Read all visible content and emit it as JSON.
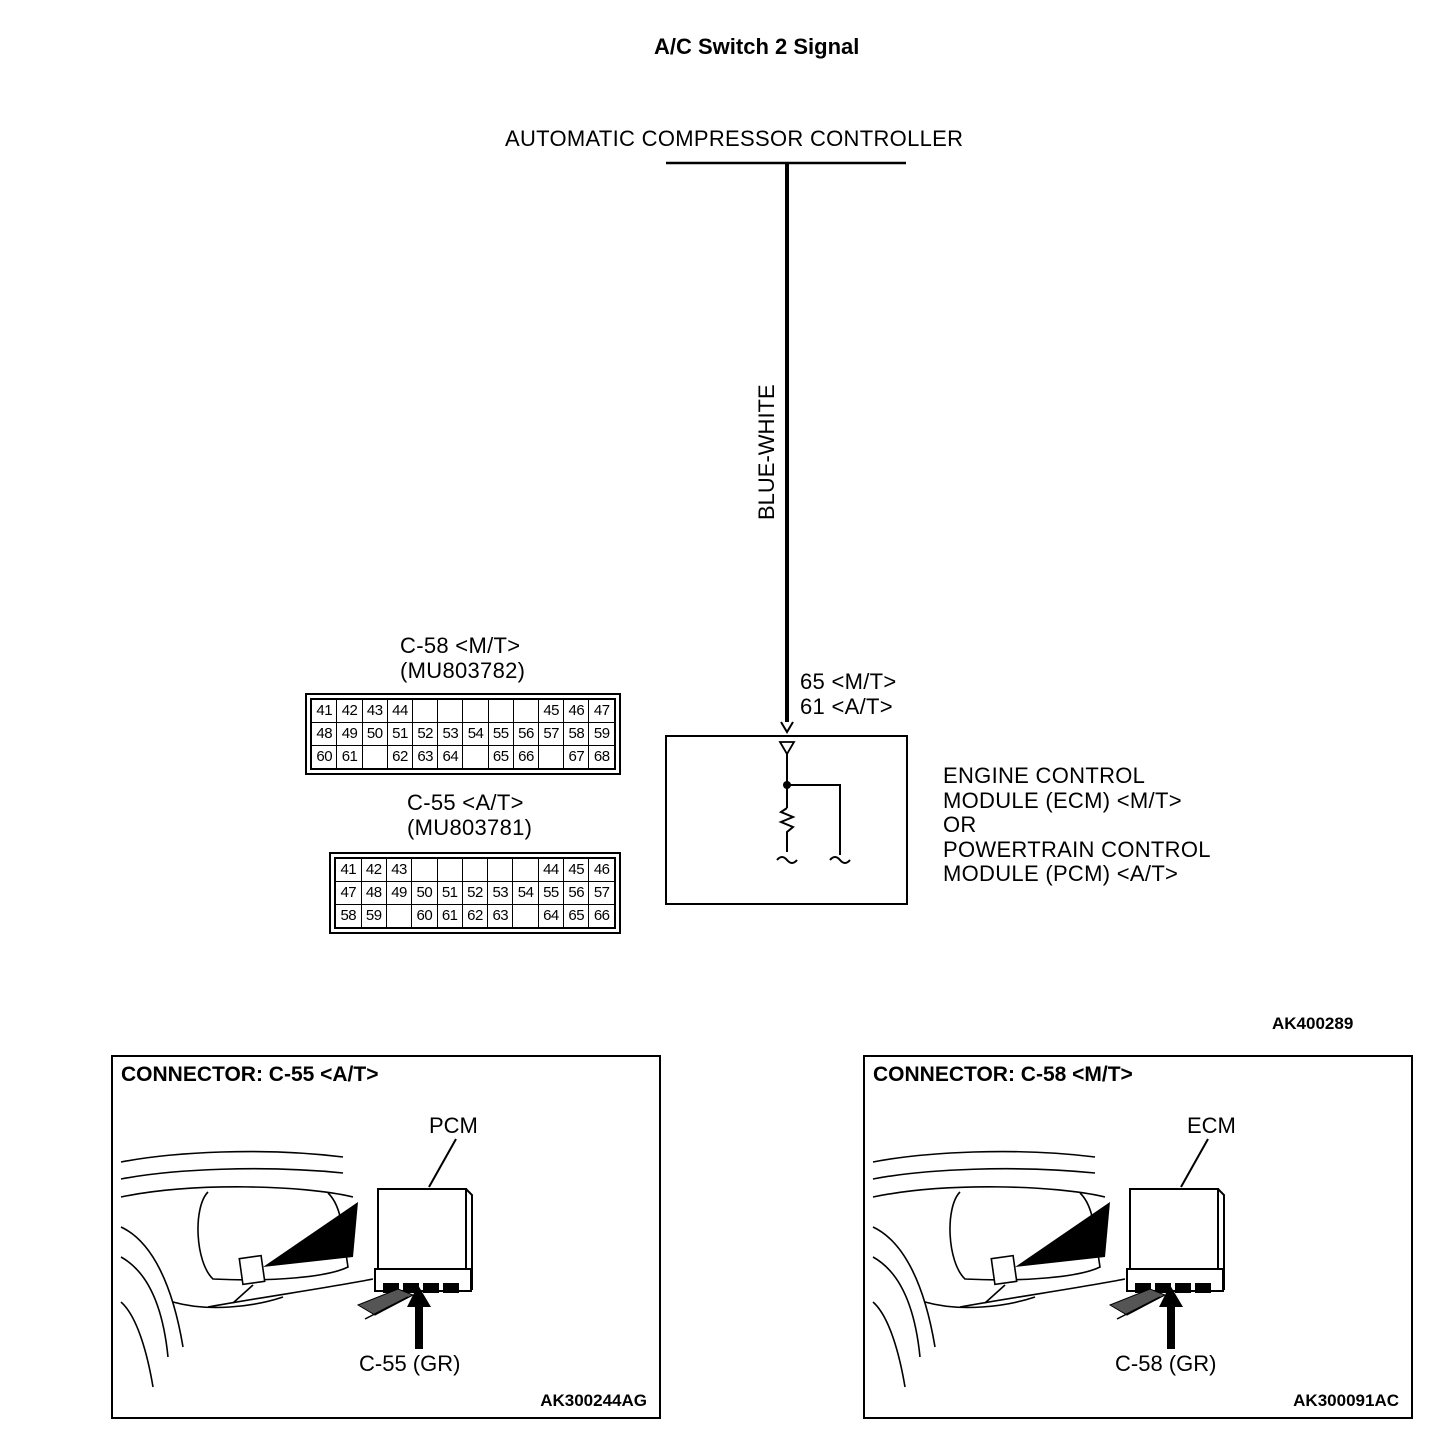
{
  "title": "A/C Switch 2 Signal",
  "top_component": "AUTOMATIC COMPRESSOR CONTROLLER",
  "wire_color": "BLUE-WHITE",
  "terminal_labels": [
    "65 <M/T>",
    "61 <A/T>"
  ],
  "module_label": [
    "ENGINE CONTROL",
    "MODULE (ECM) <M/T>",
    "OR",
    "POWERTRAIN CONTROL",
    "MODULE (PCM) <A/T>"
  ],
  "connector_c58": {
    "name": "C-58 <M/T>",
    "part": "(MU803782)",
    "rows": [
      [
        "41",
        "42",
        "43",
        "44",
        "",
        "",
        "",
        "",
        "",
        "45",
        "46",
        "47"
      ],
      [
        "48",
        "49",
        "50",
        "51",
        "52",
        "53",
        "54",
        "55",
        "56",
        "57",
        "58",
        "59"
      ],
      [
        "60",
        "61",
        "",
        "62",
        "63",
        "64",
        "",
        "65",
        "66",
        "",
        "67",
        "68"
      ]
    ]
  },
  "connector_c55": {
    "name": "C-55 <A/T>",
    "part": "(MU803781)",
    "rows": [
      [
        "41",
        "42",
        "43",
        "",
        "",
        "",
        "",
        "",
        "44",
        "45",
        "46"
      ],
      [
        "47",
        "48",
        "49",
        "50",
        "51",
        "52",
        "53",
        "54",
        "55",
        "56",
        "57"
      ],
      [
        "58",
        "59",
        "",
        "60",
        "61",
        "62",
        "63",
        "",
        "64",
        "65",
        "66"
      ]
    ]
  },
  "diagram_code": "AK400289",
  "panel_left": {
    "title": "CONNECTOR: C-55 <A/T>",
    "module": "PCM",
    "connector": "C-55 (GR)",
    "code": "AK300244AG"
  },
  "panel_right": {
    "title": "CONNECTOR: C-58 <M/T>",
    "module": "ECM",
    "connector": "C-58 (GR)",
    "code": "AK300091AC"
  }
}
